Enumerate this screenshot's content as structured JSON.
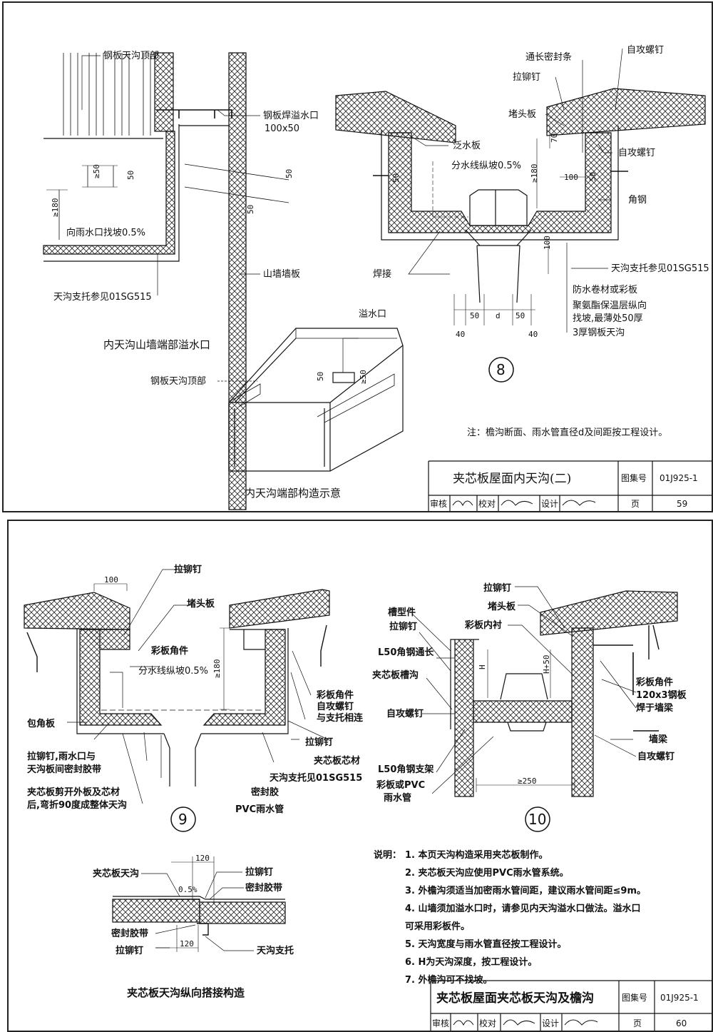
{
  "sheet1": {
    "labels": {
      "gutter_top_left": "钢板天沟顶部",
      "overflow_welded": "钢板焊溢水口",
      "overflow_size": "100x50",
      "slope_to_outlet": "向雨水口找坡0.5%",
      "gable_wall": "山墙墙板",
      "support_left": "天沟支托参见01SG515",
      "caption_left": "内天沟山墙端部溢水口",
      "overflow_mouth": "溢水口",
      "gutter_top_iso": "钢板天沟顶部",
      "caption_iso": "内天沟端部构造示意",
      "self_tap_top": "自攻螺钉",
      "seal_strip": "通长密封条",
      "rivet": "拉铆钉",
      "end_plate": "堵头板",
      "flashing": "泛水板",
      "divide_slope": "分水线纵坡0.5%",
      "self_tap_right": "自攻螺钉",
      "angle_steel": "角钢",
      "weld": "焊接",
      "support_right": "天沟支托参见01SG515",
      "waterproof": "防水卷材或彩板",
      "insul_1": "聚氨酯保温层纵向",
      "insul_2": "找坡,最薄处50厚",
      "steel_gutter": "3厚钢板天沟",
      "note": "注：檐沟断面、雨水管直径d及间距按工程设计。"
    },
    "dims": {
      "d50a": "50",
      "d50b": "50",
      "d50c": "50",
      "d50d": "50",
      "ge50": "≥50",
      "ge180": "≥180",
      "ge180r": "≥180",
      "d100": "100",
      "d100v": "100",
      "d70": "70",
      "d50r": "50",
      "d50r2": "50",
      "b50l": "50",
      "bd": "d",
      "b50r": "50",
      "b40l": "40",
      "b40r": "40",
      "iso50": "50",
      "isoge50": "≥50"
    },
    "detail_no": "8",
    "title_block": {
      "title": "夹芯板屋面内天沟(二)",
      "atlas_label": "图集号",
      "atlas_no": "01J925-1",
      "review_label": "审核",
      "check_label": "校对",
      "design_label": "设计",
      "page_label": "页",
      "page_no": "59"
    }
  },
  "sheet2": {
    "labels": {
      "rivet_9": "拉铆钉",
      "end_plate_9": "堵头板",
      "color_angle_9": "彩板角件",
      "divide_slope_9": "分水线纵坡0.5%",
      "color_angle_9b": "彩板角件",
      "self_tap_9a": "自攻螺钉",
      "self_tap_9b": "与支托相连",
      "corner_plate": "包角板",
      "rivet_9b": "拉铆钉",
      "sandwich_core": "夹芯板芯材",
      "seal_note_1": "拉铆钉,雨水口与",
      "seal_note_2": "天沟板间密封胶带",
      "support_9": "天沟支托见01SG515",
      "sealant": "密封胶",
      "bend_1": "夹芯板剪开外板及芯材",
      "bend_2": "后,弯折90度成整体天沟",
      "pvc_pipe": "PVC雨水管",
      "rivet_10": "拉铆钉",
      "end_plate_10": "堵头板",
      "channel": "槽型件",
      "rivet_10b": "拉铆钉",
      "lining": "彩板内衬",
      "l50_long": "L50角钢通长",
      "sandwich_gutter": "夹芯板槽沟",
      "self_tap_10": "自攻螺钉",
      "color_angle_10": "彩板角件",
      "steel_plate_1": "120x3钢板",
      "steel_plate_2": "焊于墙梁",
      "wall_beam": "墙梁",
      "self_tap_10b": "自攻螺钉",
      "l50_bracket": "L50角钢支架",
      "pipe_1": "彩板或PVC",
      "pipe_2": "雨水管",
      "lap_gutter": "夹芯板天沟",
      "lap_rivet": "拉铆钉",
      "lap_tape": "密封胶带",
      "lap_tape_b": "密封胶带",
      "lap_rivet_b": "拉铆钉",
      "lap_support": "天沟支托",
      "lap_caption": "夹芯板天沟纵向搭接构造"
    },
    "dims": {
      "d100": "100",
      "ge180": "≥180",
      "H": "H",
      "H50": "H+50",
      "ge250": "≥250",
      "l120a": "120",
      "l120b": "120",
      "l05": "0.5%"
    },
    "detail_9": "9",
    "detail_10": "10",
    "notes_title": "说明：",
    "notes": [
      "1. 本页天沟构造采用夹芯板制作。",
      "2. 夹芯板天沟应使用PVC雨水管系统。",
      "3. 外檐沟须适当加密雨水管间距，建议雨水管间距≤9m。",
      "4. 山墙须加溢水口时，请参见内天沟溢水口做法。溢水口",
      "   可采用彩板件。",
      "5. 天沟宽度与雨水管直径按工程设计。",
      "6. H为天沟深度，按工程设计。",
      "7. 外檐沟可不找坡。"
    ],
    "title_block": {
      "title": "夹芯板屋面夹芯板天沟及檐沟",
      "atlas_label": "图集号",
      "atlas_no": "01J925-1",
      "review_label": "审核",
      "check_label": "校对",
      "design_label": "设计",
      "page_label": "页",
      "page_no": "60"
    }
  }
}
